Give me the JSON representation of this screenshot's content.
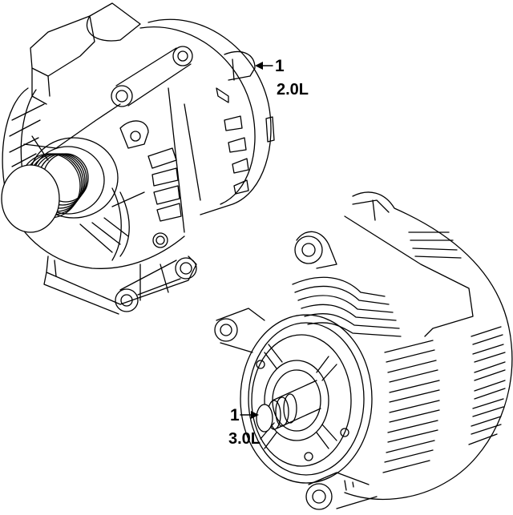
{
  "diagram": {
    "subject": "alternator",
    "line_color": "#000000",
    "background": "#ffffff",
    "callouts": [
      {
        "id": "callout-2-0l",
        "number": "1",
        "spec": "2.0L"
      },
      {
        "id": "callout-3-0l",
        "number": "1",
        "spec": "3.0L"
      }
    ]
  }
}
